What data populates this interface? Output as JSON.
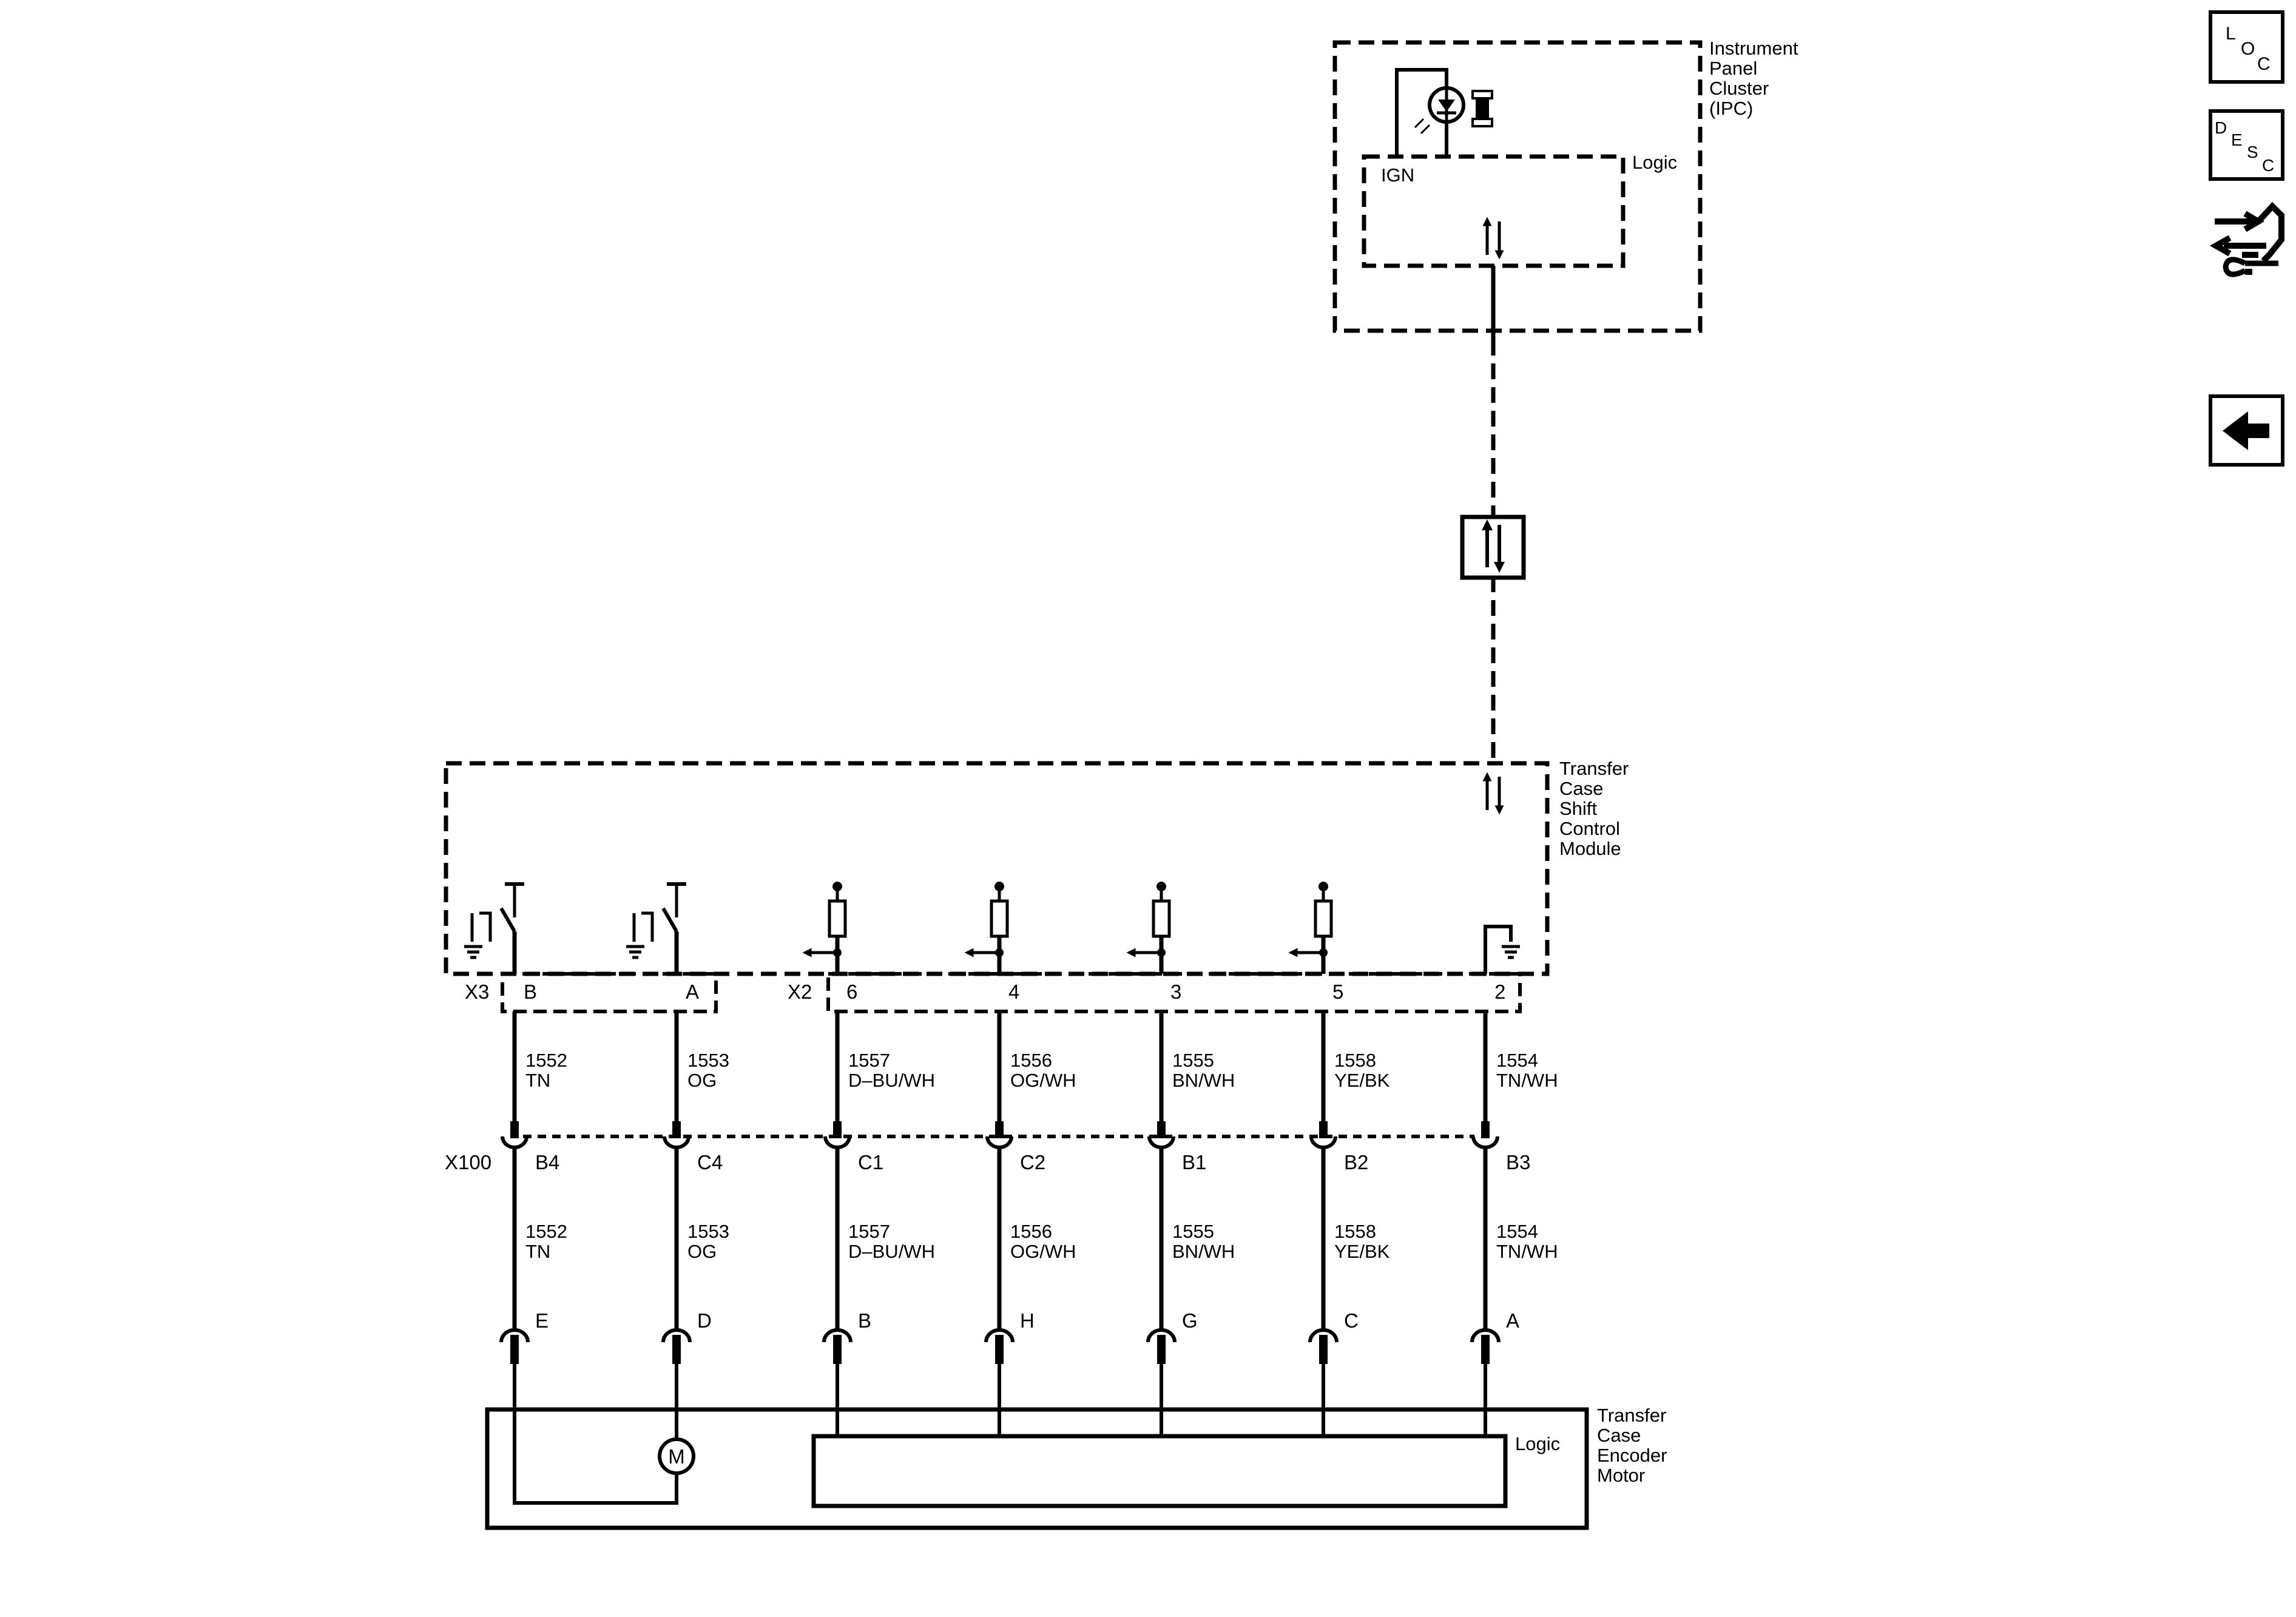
{
  "ipc": {
    "title_lines": [
      "Instrument",
      "Panel",
      "Cluster",
      "(IPC)"
    ],
    "logic_label": "Logic",
    "ign_label": "IGN"
  },
  "tcscm": {
    "title_lines": [
      "Transfer",
      "Case",
      "Shift",
      "Control",
      "Module"
    ],
    "connector_x3": "X3",
    "connector_x2": "X2"
  },
  "encoder": {
    "title_lines": [
      "Transfer",
      "Case",
      "Encoder",
      "Motor"
    ],
    "logic_label": "Logic",
    "motor_label": "M"
  },
  "inline_connector": {
    "label": "X100"
  },
  "circuits": [
    {
      "module_pin": "B",
      "circuit": "1552",
      "color": "TN",
      "x100_pin": "B4",
      "encoder_pin": "E"
    },
    {
      "module_pin": "A",
      "circuit": "1553",
      "color": "OG",
      "x100_pin": "C4",
      "encoder_pin": "D"
    },
    {
      "module_pin": "6",
      "circuit": "1557",
      "color": "D–BU/WH",
      "x100_pin": "C1",
      "encoder_pin": "B"
    },
    {
      "module_pin": "4",
      "circuit": "1556",
      "color": "OG/WH",
      "x100_pin": "C2",
      "encoder_pin": "H"
    },
    {
      "module_pin": "3",
      "circuit": "1555",
      "color": "BN/WH",
      "x100_pin": "B1",
      "encoder_pin": "G"
    },
    {
      "module_pin": "5",
      "circuit": "1558",
      "color": "YE/BK",
      "x100_pin": "B2",
      "encoder_pin": "C"
    },
    {
      "module_pin": "2",
      "circuit": "1554",
      "color": "TN/WH",
      "x100_pin": "B3",
      "encoder_pin": "A"
    }
  ],
  "side_buttons": {
    "loc": [
      "L",
      "O",
      "C"
    ],
    "desc": [
      "D",
      "E",
      "S",
      "C"
    ],
    "connector_icon": "connector-end-view-icon",
    "back_icon": "back-arrow-icon"
  }
}
